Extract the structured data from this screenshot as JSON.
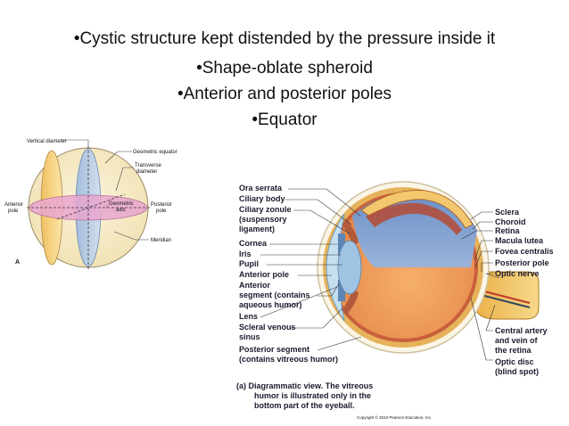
{
  "bullets": [
    "•Cystic structure kept distended by the pressure inside it",
    "•Shape-oblate spheroid",
    "•Anterior and posterior poles",
    "•Equator"
  ],
  "globe": {
    "labels": {
      "vertical_diameter": "Vertical diameter",
      "geometric_equator": "Geometric equator",
      "transverse_diameter_1": "Transverse",
      "transverse_diameter_2": "diameter",
      "anterior_pole_1": "Anterior",
      "anterior_pole_2": "pole",
      "geometric_axis_1": "Geometric",
      "geometric_axis_2": "axis",
      "posterior_pole_1": "Posterior",
      "posterior_pole_2": "pole",
      "meridian": "Meridian",
      "panel_letter": "A"
    }
  },
  "eye": {
    "left_labels": [
      "Ora serrata",
      "Ciliary body",
      "Ciliary zonule",
      "(suspensory",
      "ligament)",
      "Cornea",
      "Iris",
      "Pupil",
      "Anterior pole",
      "Anterior",
      "segment (contains",
      "aqueous humor)",
      "Lens",
      "Scleral venous",
      "sinus",
      "Posterior segment",
      "(contains vitreous humor)"
    ],
    "right_labels": [
      "Sclera",
      "Choroid",
      "Retina",
      "Macula lutea",
      "Fovea centralis",
      "Posterior pole",
      "Optic nerve",
      "Central artery",
      "and vein of",
      "the retina",
      "Optic disc",
      "(blind spot)"
    ],
    "caption_line1": "(a) Diagrammatic view. The vitreous",
    "caption_line2": "humor is illustrated only in the",
    "caption_line3": "bottom part of the eyeball.",
    "copyright": "Copyright © 2010 Pearson Education, Inc."
  }
}
